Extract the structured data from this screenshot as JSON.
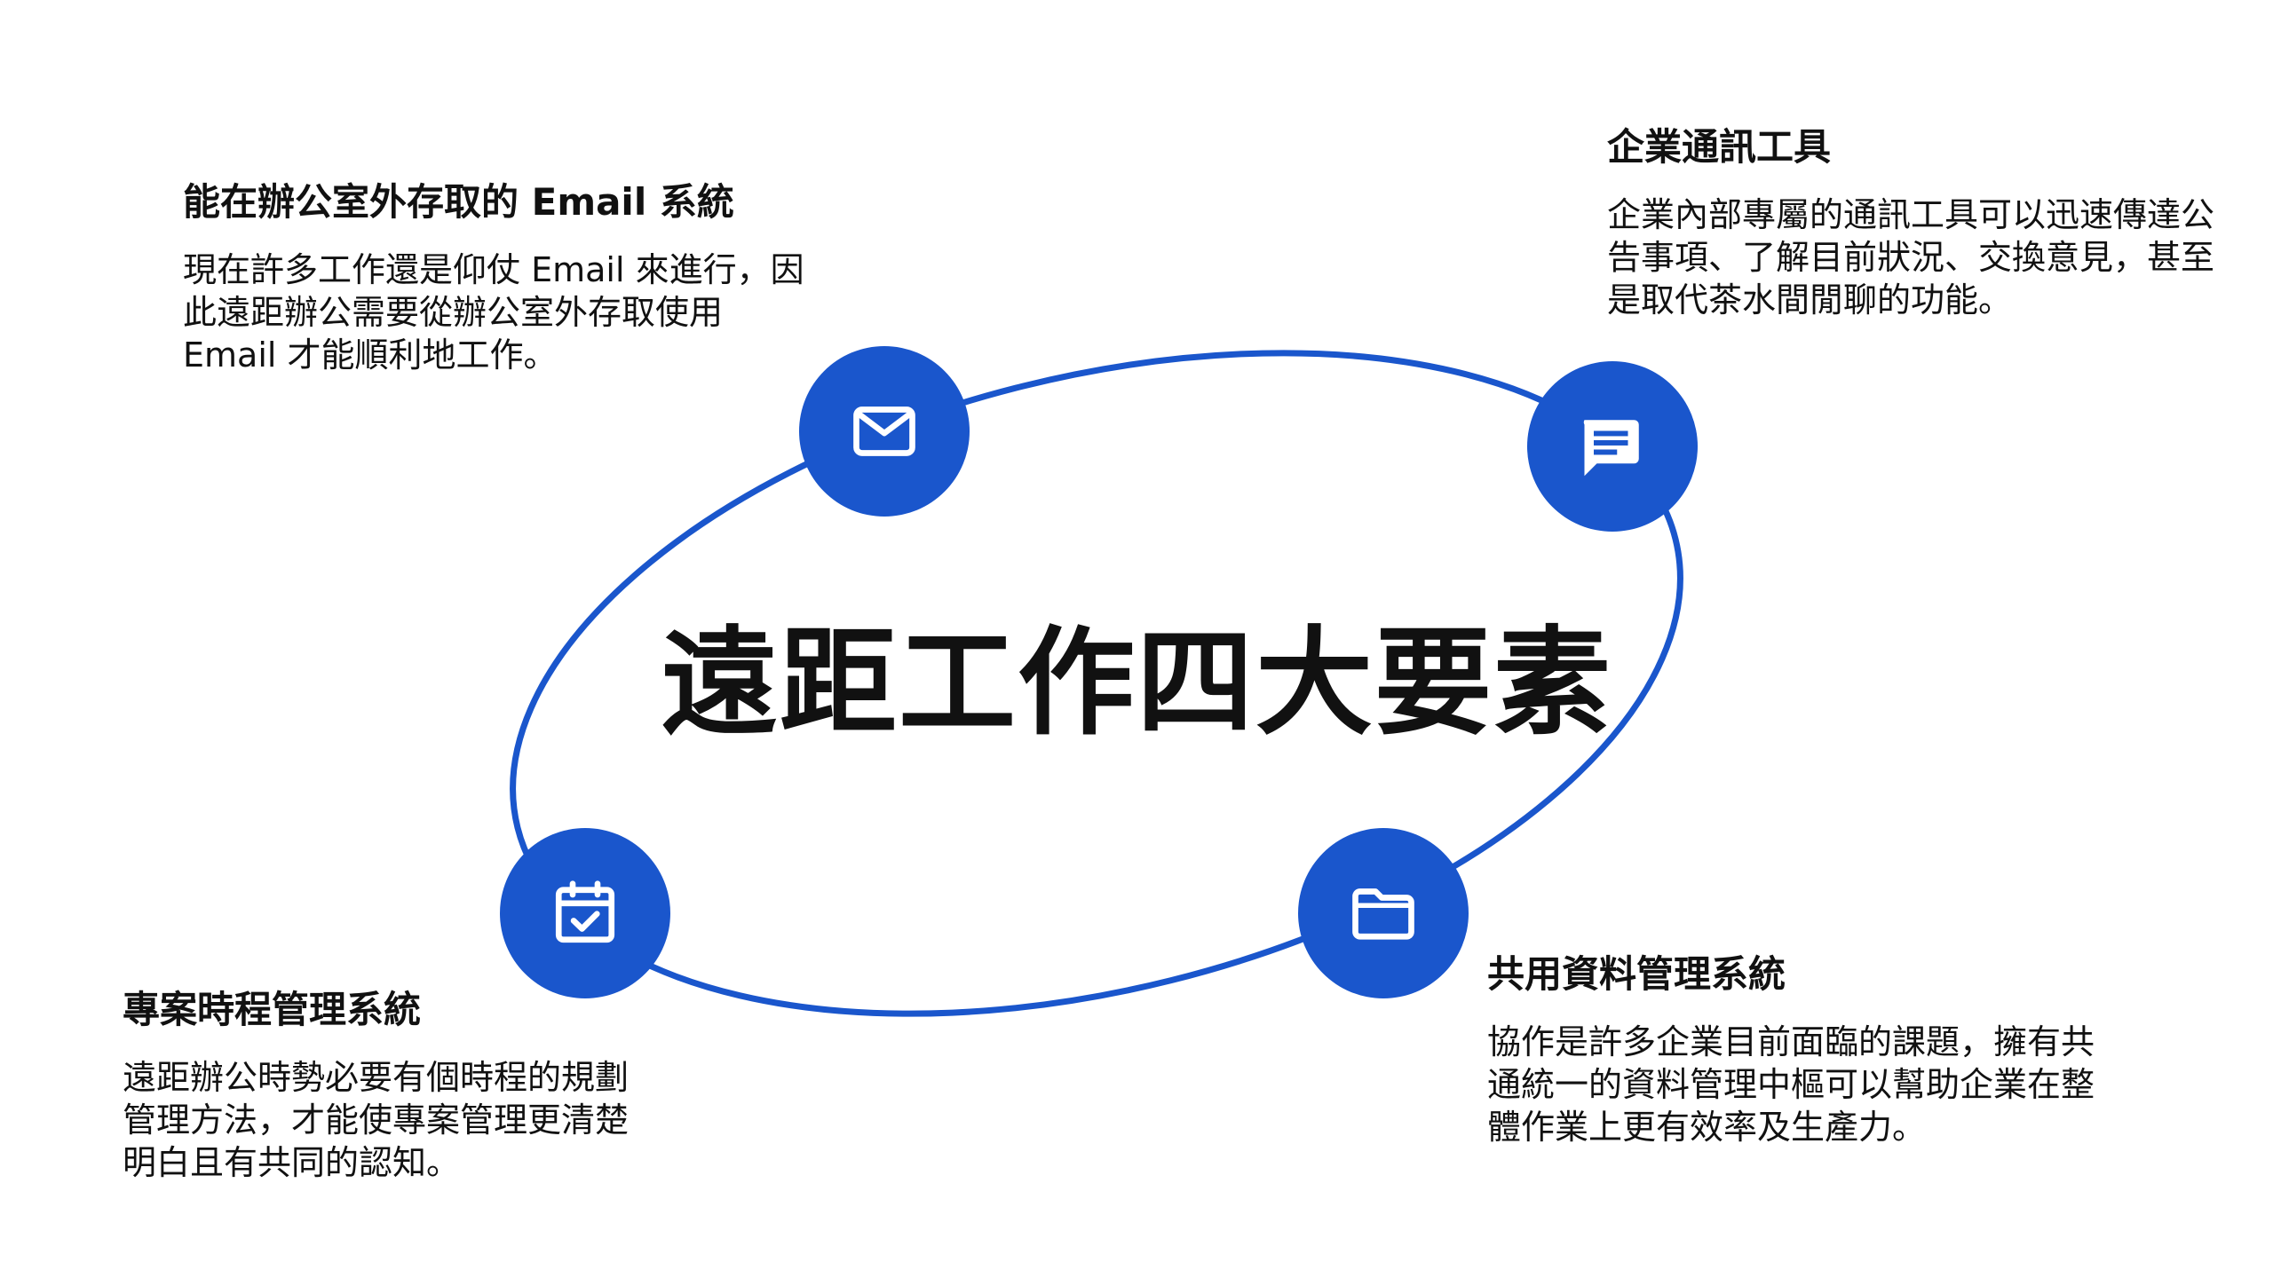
{
  "title": "遠距工作四大要素",
  "colors": {
    "accent": "#1a56cc",
    "text": "#111111",
    "background": "#ffffff"
  },
  "elements": [
    {
      "id": "email",
      "icon": "mail-icon",
      "heading": "能在辦公室外存取的 Email 系統",
      "description": "現在許多工作還是仰仗 Email 來進行，因此遠距辦公需要從辦公室外存取使用 Email 才能順利地工作。"
    },
    {
      "id": "chat",
      "icon": "chat-icon",
      "heading": "企業通訊工具",
      "description": "企業內部專屬的通訊工具可以迅速傳達公告事項、了解目前狀況、交換意見，甚至是取代茶水間閒聊的功能。"
    },
    {
      "id": "schedule",
      "icon": "calendar-check-icon",
      "heading": "專案時程管理系統",
      "description": "遠距辦公時勢必要有個時程的規劃管理方法，才能使專案管理更清楚明白且有共同的認知。"
    },
    {
      "id": "share",
      "icon": "folder-icon",
      "heading": "共用資料管理系統",
      "description": "協作是許多企業目前面臨的課題，擁有共通統一的資料管理中樞可以幫助企業在整體作業上更有效率及生產力。"
    }
  ]
}
